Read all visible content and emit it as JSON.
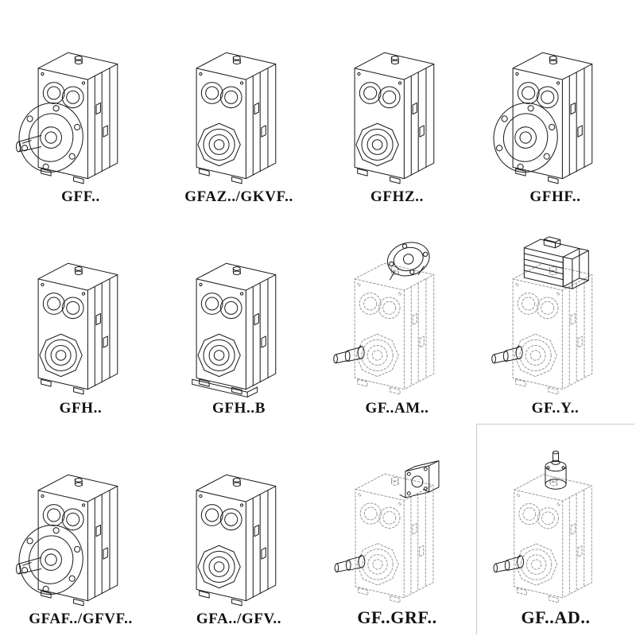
{
  "colors": {
    "ink": "#1c1c1c",
    "ghost": "#9a9a9a",
    "background": "#ffffff"
  },
  "items": [
    {
      "label": "GFF..",
      "variant": "flange-mounted-solid-shaft",
      "style": "solid"
    },
    {
      "label": "GFAZ../GKVF..",
      "variant": "hollow-shaft",
      "style": "solid"
    },
    {
      "label": "GFHZ..",
      "variant": "hollow-shaft",
      "style": "solid"
    },
    {
      "label": "GFHF..",
      "variant": "flange-mounted-hollow-shaft",
      "style": "solid"
    },
    {
      "label": "GFH..",
      "variant": "hollow-shaft",
      "style": "solid"
    },
    {
      "label": "GFH..B",
      "variant": "hollow-shaft-with-base-plate",
      "style": "solid"
    },
    {
      "label": "GF..AM..",
      "variant": "motor-adapter-flange",
      "style": "phantom"
    },
    {
      "label": "GF..Y..",
      "variant": "with-mounted-motor",
      "style": "phantom"
    },
    {
      "label": "GFAF../GFVF..",
      "variant": "flange-mounted-solid-shaft",
      "style": "solid"
    },
    {
      "label": "GFA../GFV..",
      "variant": "hollow-shaft",
      "style": "solid"
    },
    {
      "label": "GF..GRF..",
      "variant": "iec-flange-block",
      "style": "phantom"
    },
    {
      "label": "GF..AD..",
      "variant": "input-shaft-adapter",
      "style": "phantom"
    }
  ]
}
